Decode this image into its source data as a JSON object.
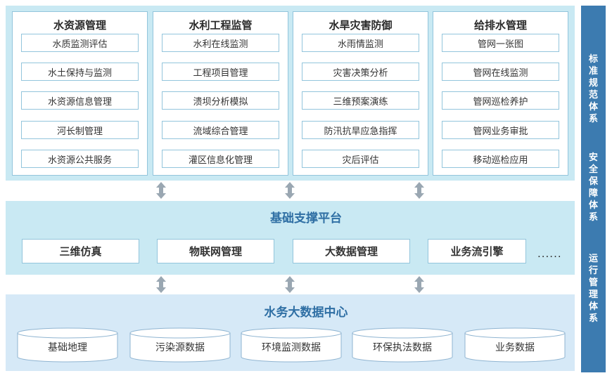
{
  "modules": [
    {
      "title": "水资源管理",
      "items": [
        "水质监测评估",
        "水土保持与监测",
        "水资源信息管理",
        "河长制管理",
        "水资源公共服务"
      ]
    },
    {
      "title": "水利工程监管",
      "items": [
        "水利在线监测",
        "工程项目管理",
        "溃坝分析模拟",
        "流域综合管理",
        "灌区信息化管理"
      ]
    },
    {
      "title": "水旱灾害防御",
      "items": [
        "水雨情监测",
        "灾害决策分析",
        "三维预案演练",
        "防汛抗旱应急指挥",
        "灾后评估"
      ]
    },
    {
      "title": "给排水管理",
      "items": [
        "管网一张图",
        "管网在线监测",
        "管网巡检养护",
        "管网业务审批",
        "移动巡检应用"
      ]
    }
  ],
  "support": {
    "title": "基础支撑平台",
    "items": [
      "三维仿真",
      "物联网管理",
      "大数据管理",
      "业务流引擎"
    ],
    "ellipsis": "......"
  },
  "datacenter": {
    "title": "水务大数据中心",
    "items": [
      "基础地理",
      "污染源数据",
      "环境监测数据",
      "环保执法数据",
      "业务数据"
    ]
  },
  "sidebar": {
    "groups": [
      "标准规范体系",
      "安全保障体系",
      "运行管理体系"
    ]
  },
  "colors": {
    "band_cyan": "#c9e9f3",
    "band_blue": "#d6e9f7",
    "border": "#93c5dc",
    "title_blue": "#2f6fa4",
    "sidebar": "#3c7bb0",
    "arrow": "#9aa7b2"
  }
}
